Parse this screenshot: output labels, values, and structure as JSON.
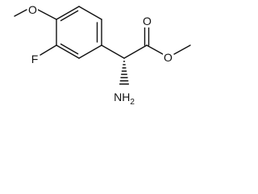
{
  "structure": {
    "atoms": {
      "methoxy_oxygen": "O",
      "fluorine": "F",
      "carbonyl_oxygen": "O",
      "ester_oxygen": "O",
      "amine_main": "NH",
      "amine_subscript": "2"
    },
    "stereo_bond": "hashed-wedge",
    "line_color": "#111111",
    "background_color": "#ffffff"
  }
}
